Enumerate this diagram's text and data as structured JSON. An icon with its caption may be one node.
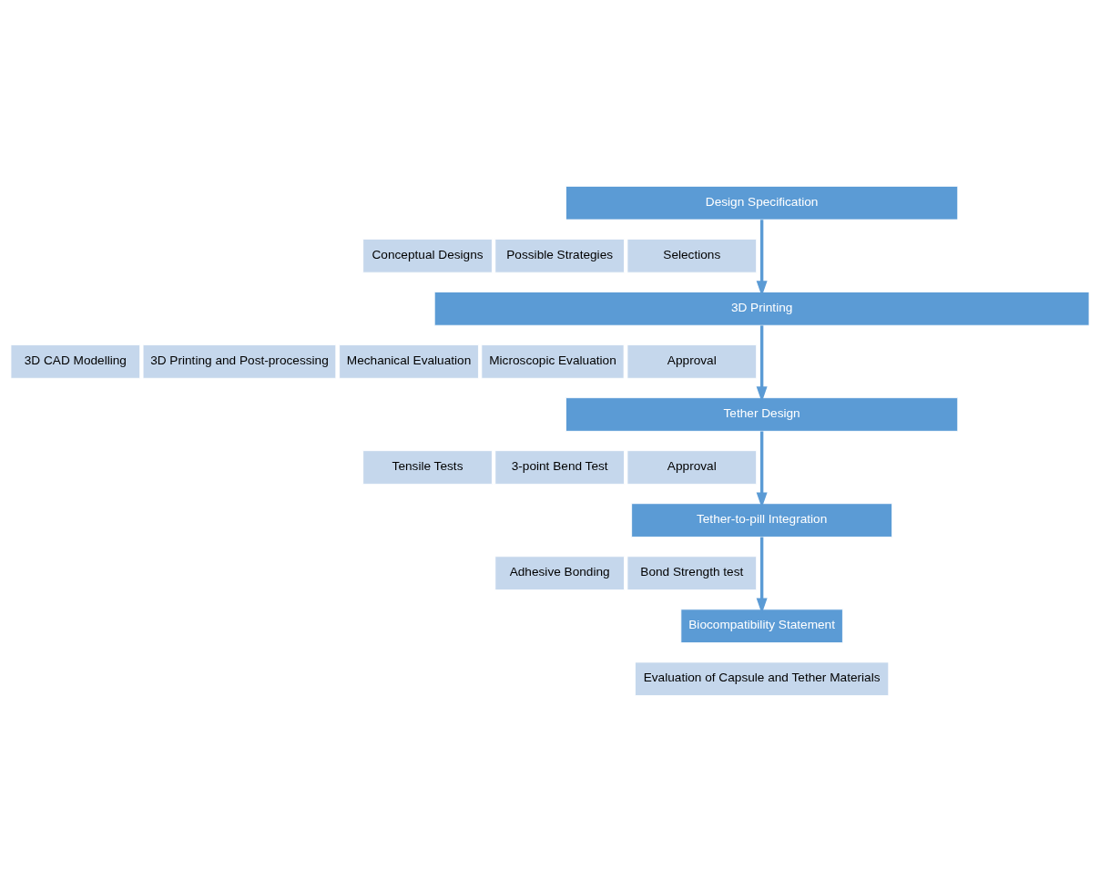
{
  "diagram": {
    "nodes": [
      {
        "text": [
          "Design Specification"
        ]
      },
      {
        "text": [
          "Conceptual Designs"
        ]
      },
      {
        "text": [
          "Possible Strategies"
        ]
      },
      {
        "text": [
          "Selections"
        ]
      },
      {
        "text": [
          "3D Printing"
        ]
      },
      {
        "text": [
          "3D CAD Modelling"
        ]
      },
      {
        "text": [
          "3D Printing and Post-processing"
        ]
      },
      {
        "text": [
          "Mechanical Evaluation"
        ]
      },
      {
        "text": [
          "Microscopic Evaluation"
        ]
      },
      {
        "text": [
          "Approval"
        ]
      },
      {
        "text": [
          "Tether Design"
        ]
      },
      {
        "text": [
          "Tensile Tests"
        ]
      },
      {
        "text": [
          "3-point Bend Test"
        ]
      },
      {
        "text": [
          "Approval"
        ]
      },
      {
        "text": [
          "Tether-to-pill Integration"
        ]
      },
      {
        "text": [
          "Adhesive Bonding"
        ]
      },
      {
        "text": [
          "Bond Strength test"
        ]
      },
      {
        "text": [
          "Biocompatibility Statement"
        ]
      },
      {
        "text": [
          "Evaluation of Capsule and Tether Materials"
        ]
      }
    ],
    "edges": [
      {
        "from": 0,
        "to": 4,
        "arrow": "to"
      },
      {
        "from": 4,
        "to": 10,
        "arrow": "to"
      },
      {
        "from": 10,
        "to": 14,
        "arrow": "to"
      },
      {
        "from": 14,
        "to": 17,
        "arrow": "to"
      }
    ]
  }
}
